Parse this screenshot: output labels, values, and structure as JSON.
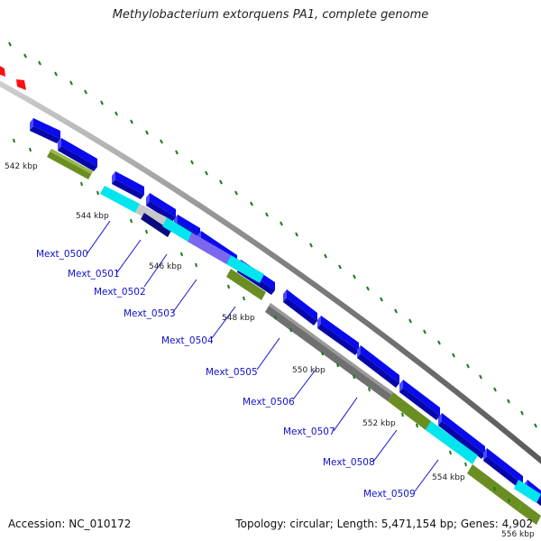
{
  "title": "Methylobacterium extorquens PA1, complete genome",
  "accession": "Accession: NC_010172",
  "topology": "Topology: circular; Length: 5,471,154 bp; Genes: 4,902",
  "kbp_labels": [
    "542 kbp",
    "544 kbp",
    "546 kbp",
    "548 kbp",
    "550 kbp",
    "552 kbp",
    "554 kbp",
    "556 kbp"
  ],
  "genes": [
    "Mext_0500",
    "Mext_0501",
    "Mext_0502",
    "Mext_0503",
    "Mext_0504",
    "Mext_0505",
    "Mext_0506",
    "Mext_0507",
    "Mext_0508",
    "Mext_0509"
  ],
  "colors": {
    "forward_gene": "#0a0aee",
    "backbone": "#8a8a8a",
    "tick": "#1a7a1a",
    "rna_marker": "#ff1010",
    "olive": "#6b8e23",
    "cyan": "#00e5ee",
    "gray": "#707070",
    "navy": "#0a0a80",
    "silver": "#c8c8c8",
    "violet": "#7b68ee",
    "label": "#1010cc"
  }
}
